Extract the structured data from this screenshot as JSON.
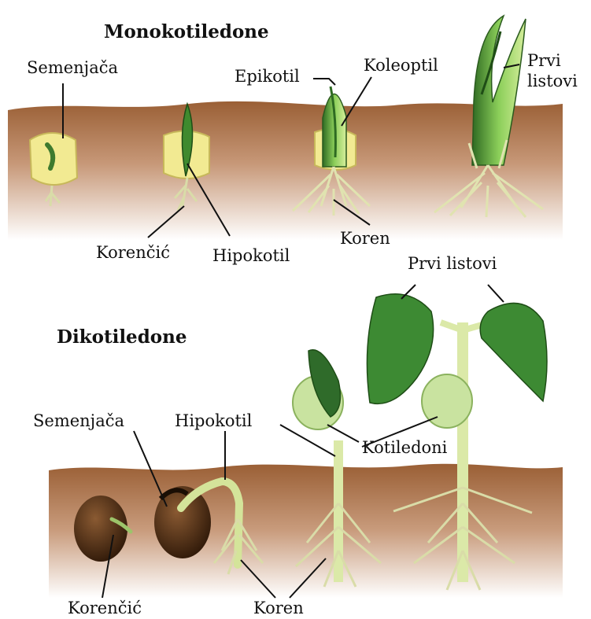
{
  "monocot": {
    "title": "Monokotiledone",
    "labels": {
      "seed_coat": "Semenjača",
      "epicotyl": "Epikotil",
      "coleoptile": "Koleoptil",
      "first_leaves_1": "Prvi",
      "first_leaves_2": "listovi",
      "radicle": "Korenčić",
      "hypocotyl": "Hipokotil",
      "root": "Koren"
    }
  },
  "dicot": {
    "title": "Dikotiledone",
    "labels": {
      "first_leaves": "Prvi listovi",
      "seed_coat": "Semenjača",
      "hypocotyl": "Hipokotil",
      "cotyledons": "Kotiledoni",
      "radicle": "Korenčić",
      "root": "Koren"
    }
  },
  "colors": {
    "soil_top": "#a0663a",
    "soil_bottom": "#ffffff",
    "leaf_dark": "#2f6b2a",
    "leaf_light": "#7fb86a",
    "seed_yellow": "#f5ec9a",
    "root": "#e3e6b3",
    "bean": "#4a2a14"
  }
}
